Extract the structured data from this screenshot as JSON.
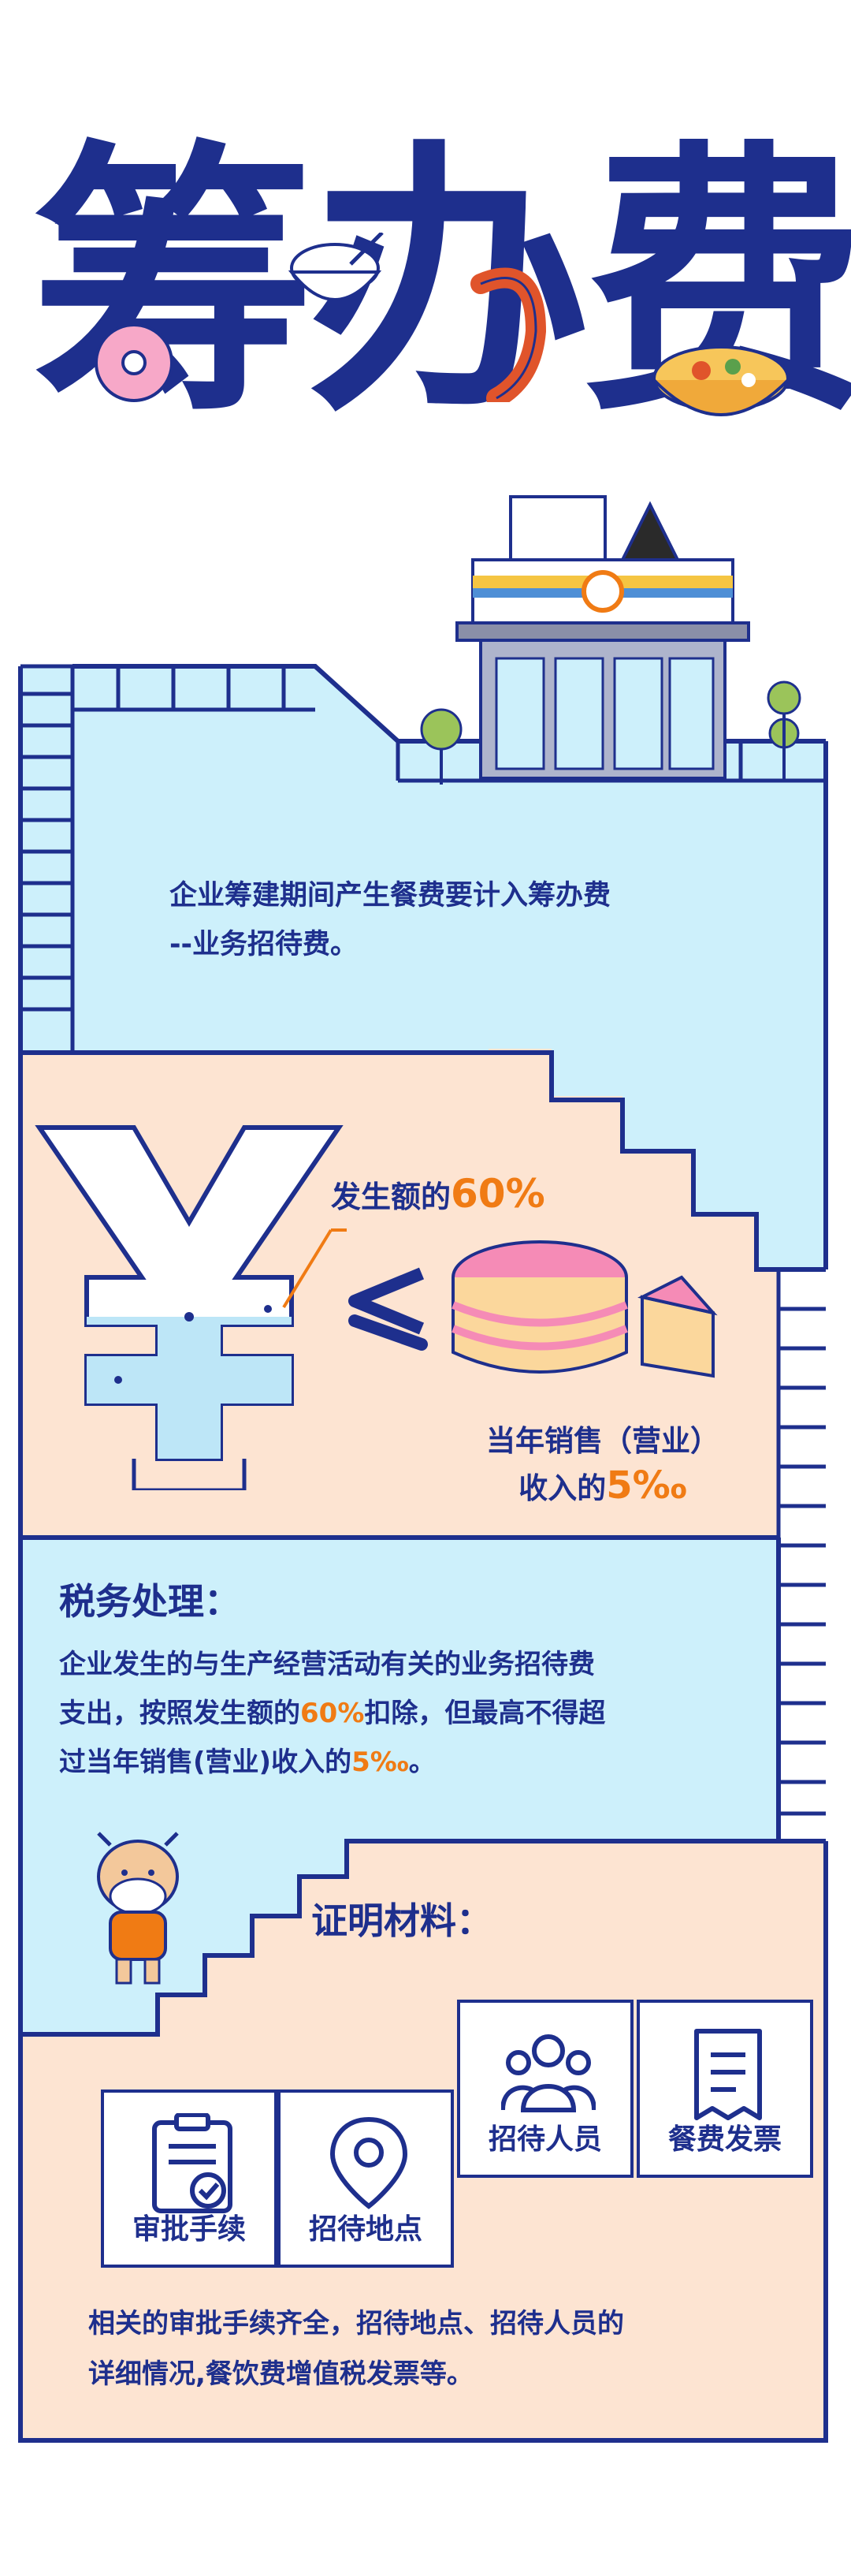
{
  "title": "筹办费",
  "intro": {
    "line1": "企业筹建期间产生餐费要计入筹办费",
    "line2": "--业务招待费。"
  },
  "comparison": {
    "amount_prefix": "发生额的",
    "amount_pct": "60%",
    "sales_line1": "当年销售（营业）",
    "sales_prefix": "收入的",
    "sales_pct": "5‰"
  },
  "tax": {
    "heading": "税务处理：",
    "p1": "企业发生的与生产经营活动有关的业务招待费",
    "p2a": "支出，按照发生额的",
    "p2b": "60%",
    "p2c": "扣除，但最高不得超",
    "p3a": "过当年销售(营业)收入的",
    "p3b": "5‰",
    "p3c": "。"
  },
  "proof": {
    "heading": "证明材料：",
    "cards": [
      {
        "label": "审批手续",
        "icon": "clipboard-check-icon"
      },
      {
        "label": "招待地点",
        "icon": "location-pin-icon"
      },
      {
        "label": "招待人员",
        "icon": "people-icon"
      },
      {
        "label": "餐费发票",
        "icon": "receipt-icon"
      }
    ]
  },
  "bottom": {
    "line1": "相关的审批手续齐全，招待地点、招待人员的",
    "line2": "详细情况,餐饮费增值税发票等。"
  },
  "colors": {
    "navy": "#1e2f8d",
    "light_blue": "#cdf0fb",
    "peach": "#fde4d2",
    "orange": "#f07b14"
  }
}
